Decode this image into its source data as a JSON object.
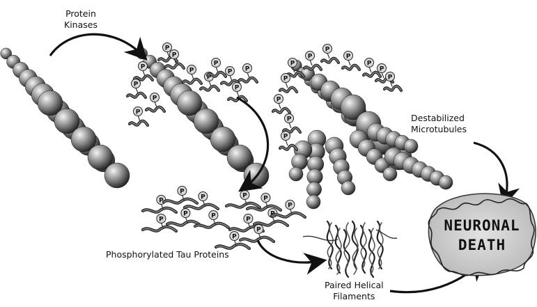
{
  "labels": {
    "protein_kinases": [
      "Protein",
      "Kinases"
    ],
    "destabilized_microtubules": [
      "Destabilized",
      "Microtubules"
    ],
    "phosphorylated_tau": "Phosphorylated Tau Proteins",
    "paired_helical_filaments": [
      "Paired Helical",
      "Filaments"
    ],
    "neuronal_death": [
      "NEURONAL",
      "DEATH"
    ]
  },
  "phosphate_symbol": "P",
  "colors": {
    "sphere_light": "#f2f2f2",
    "sphere_dark": "#2a2a2a",
    "death_blob": "#c8c8c8",
    "ink": "#111111"
  }
}
